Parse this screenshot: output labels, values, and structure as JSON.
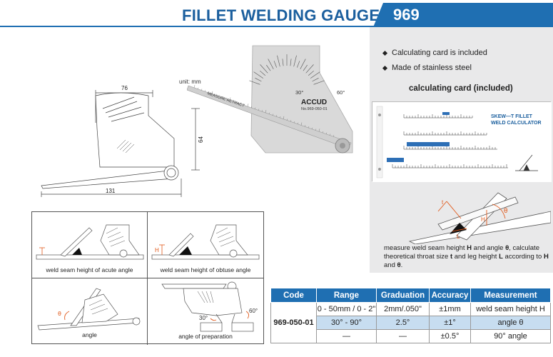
{
  "header": {
    "title": "FILLET WELDING GAUGE",
    "code": "969"
  },
  "features": [
    "Calculating card is included",
    "Made of stainless steel"
  ],
  "card": {
    "title": "calculating card (included)",
    "label_line1": "SKEW—T FILLET",
    "label_line2": "WELD CALCULATOR"
  },
  "calc_description": {
    "p1": "measure weld seam height ",
    "h": "H",
    "p2": " and angle ",
    "theta": "θ",
    "p3": ", calculate theoretical throat size ",
    "tsub": "t",
    "p4": " and leg height ",
    "l": "L",
    "p5": " according to ",
    "h2": "H",
    "p6": " and ",
    "theta2": "θ",
    "p7": "."
  },
  "drawing": {
    "unit": "unit: mm",
    "width_top": "76",
    "height": "64",
    "width_bottom": "131",
    "scale_label": "MEASURE   RETRACT"
  },
  "photo": {
    "brand": "ACCUD",
    "model": "No.969-050-01",
    "a30": "30°",
    "a60": "60°"
  },
  "figures": {
    "acute": "weld seam height of acute angle",
    "obtuse": "weld seam height of obtuse angle",
    "angle": "angle",
    "preparation": "angle of preparation",
    "prep_30": "30°",
    "prep_60": "60°",
    "theta": "θ",
    "h": "H"
  },
  "calc_fig_labels": {
    "t": "t",
    "h": "H",
    "l": "L",
    "theta": "θ"
  },
  "table": {
    "headers": [
      "Code",
      "Range",
      "Graduation",
      "Accuracy",
      "Measurement"
    ],
    "code": "969-050-01",
    "rows": [
      [
        "0 - 50mm / 0 - 2\"",
        "2mm/.050\"",
        "±1mm",
        "weld seam height  H"
      ],
      [
        "30° - 90°",
        "2.5°",
        "±1°",
        "angle θ"
      ],
      [
        "—",
        "—",
        "±0.5°",
        "90° angle"
      ]
    ]
  }
}
